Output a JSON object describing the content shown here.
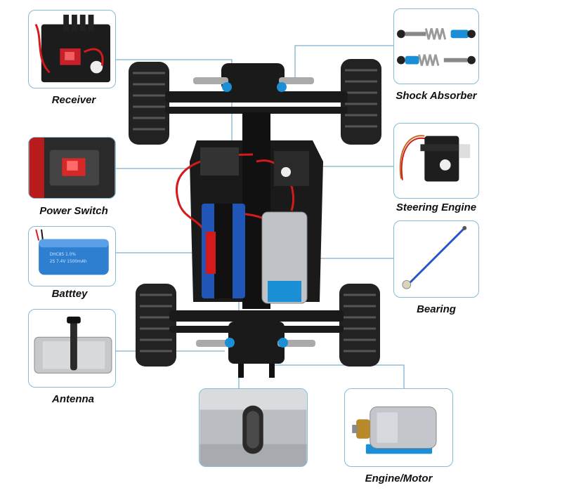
{
  "labels": {
    "receiver": "Receiver",
    "power_switch": "Power Switch",
    "battery": "Batttey",
    "antenna": "Antenna",
    "shock_absorber": "Shock Absorber",
    "steering_engine": "Steering Engine",
    "bearing": "Bearing",
    "engine_motor": "Engine/Motor"
  },
  "battery_print": {
    "line1": "DHC85 1.0%",
    "line2": "2S 7.4V 1500mAh"
  },
  "colors": {
    "card_border": "#86bbd8",
    "leader_line": "#7fb2cf",
    "chassis": "#1a1a1a",
    "tire": "#222222",
    "accent_blue": "#1b8fd6",
    "battery_blue": "#2f7fd0",
    "wire_red": "#d41a1a"
  }
}
